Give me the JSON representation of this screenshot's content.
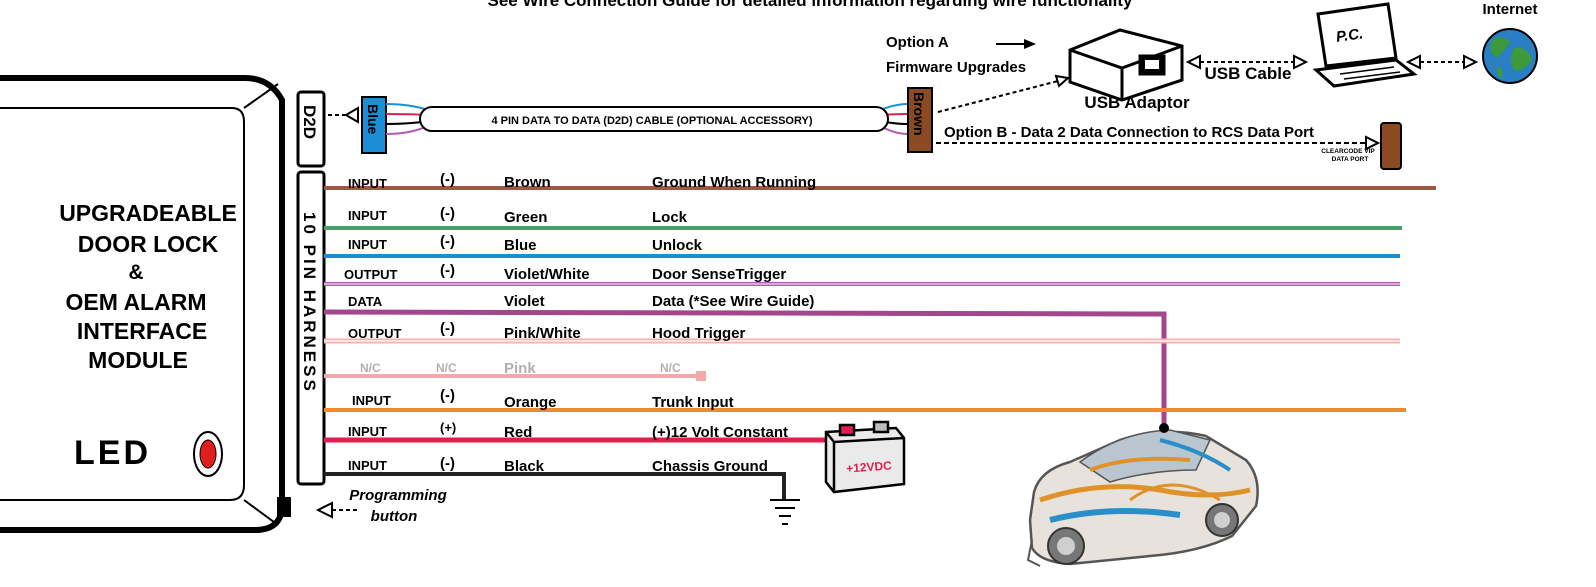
{
  "header": "See Wire Connection Guide for detailed information regarding wire functionality",
  "module": {
    "title_lines": [
      "UPGRADEABLE",
      "DOOR LOCK",
      "&",
      "OEM ALARM",
      "INTERFACE",
      "MODULE"
    ],
    "led_label": "LED",
    "programming_label_lines": [
      "Programming",
      "button"
    ]
  },
  "d2d": {
    "port_label": "D2D",
    "harness_label": "10 PIN HARNESS",
    "blue_connector": "Blue",
    "brown_connector": "Brown",
    "cable_label": "4 PIN DATA TO DATA (D2D) CABLE (OPTIONAL ACCESSORY)"
  },
  "options": {
    "option_a_line1": "Option A",
    "option_a_line2": "Firmware Upgrades",
    "usb_adaptor": "USB Adaptor",
    "usb_cable": "USB Cable",
    "pc": "P.C.",
    "internet": "Internet",
    "option_b": "Option B - Data 2 Data Connection to RCS Data Port",
    "clearcode_lines": [
      "CLEARCODE VIP",
      "DATA PORT"
    ]
  },
  "wires": [
    {
      "type": "INPUT",
      "polarity": "(-)",
      "color_name": "Brown",
      "function": "Ground When Running",
      "color": "#9c5a45"
    },
    {
      "type": "INPUT",
      "polarity": "(-)",
      "color_name": "Green",
      "function": "Lock",
      "color": "#4aa06a"
    },
    {
      "type": "INPUT",
      "polarity": "(-)",
      "color_name": "Blue",
      "function": "Unlock",
      "color": "#1a8fd6"
    },
    {
      "type": "OUTPUT",
      "polarity": "(-)",
      "color_name": "Violet/White",
      "function": "Door SenseTrigger",
      "color": "#b05ab0"
    },
    {
      "type": "DATA",
      "polarity": "",
      "color_name": "Violet",
      "function": "Data (*See Wire Guide)",
      "color": "#a4468e"
    },
    {
      "type": "OUTPUT",
      "polarity": "(-)",
      "color_name": "Pink/White",
      "function": "Hood Trigger",
      "color": "#f4b3b3"
    },
    {
      "type": "N/C",
      "polarity": "N/C",
      "color_name": "Pink",
      "function": "N/C",
      "color": "#f2a9a9"
    },
    {
      "type": "INPUT",
      "polarity": "(-)",
      "color_name": "Orange",
      "function": "Trunk Input",
      "color": "#f08a2a"
    },
    {
      "type": "INPUT",
      "polarity": "(+)",
      "color_name": "Red",
      "function": "(+)12 Volt Constant",
      "color": "#e01e50"
    },
    {
      "type": "INPUT",
      "polarity": "(-)",
      "color_name": "Black",
      "function": "Chassis Ground",
      "color": "#222222"
    }
  ],
  "battery_label": "+12VDC",
  "colors": {
    "blue_connector": "#1a8fd6",
    "brown_connector": "#8b4a22",
    "globe": "#2a7fc4",
    "nc_text": "#b0b0b0"
  }
}
